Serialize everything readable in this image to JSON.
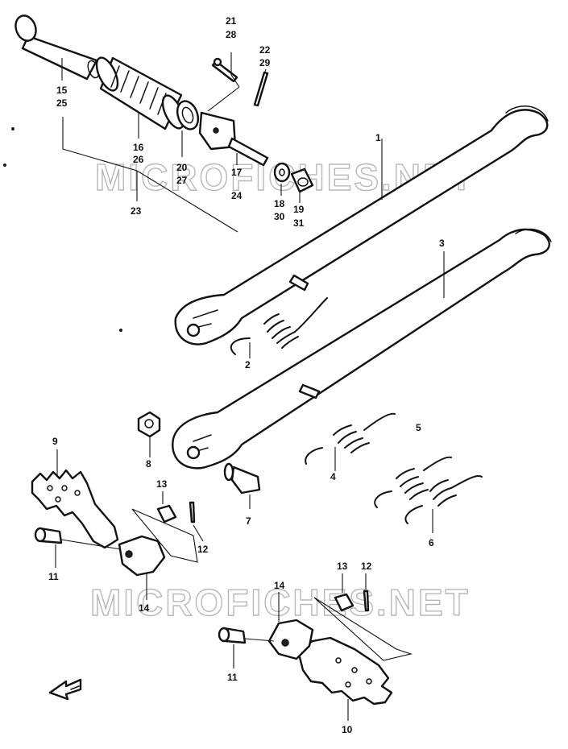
{
  "watermark": "MICROFICHES.NET",
  "callouts": {
    "p1": "1",
    "p2": "2",
    "p3": "3",
    "p4": "4",
    "p5": "5",
    "p6": "6",
    "p7": "7",
    "p8": "8",
    "p9": "9",
    "p10": "10",
    "p11a": "11",
    "p11b": "11",
    "p12a": "12",
    "p12b": "12",
    "p13a": "13",
    "p13b": "13",
    "p14a": "14",
    "p14b": "14",
    "p15": "15",
    "p16": "16",
    "p17": "17",
    "p18": "18",
    "p19": "19",
    "p20": "20",
    "p21": "21",
    "p22": "22",
    "p23": "23",
    "p24": "24",
    "p25": "25",
    "p26": "26",
    "p27": "27",
    "p28": "28",
    "p29": "29",
    "p30": "30",
    "p31": "31"
  }
}
